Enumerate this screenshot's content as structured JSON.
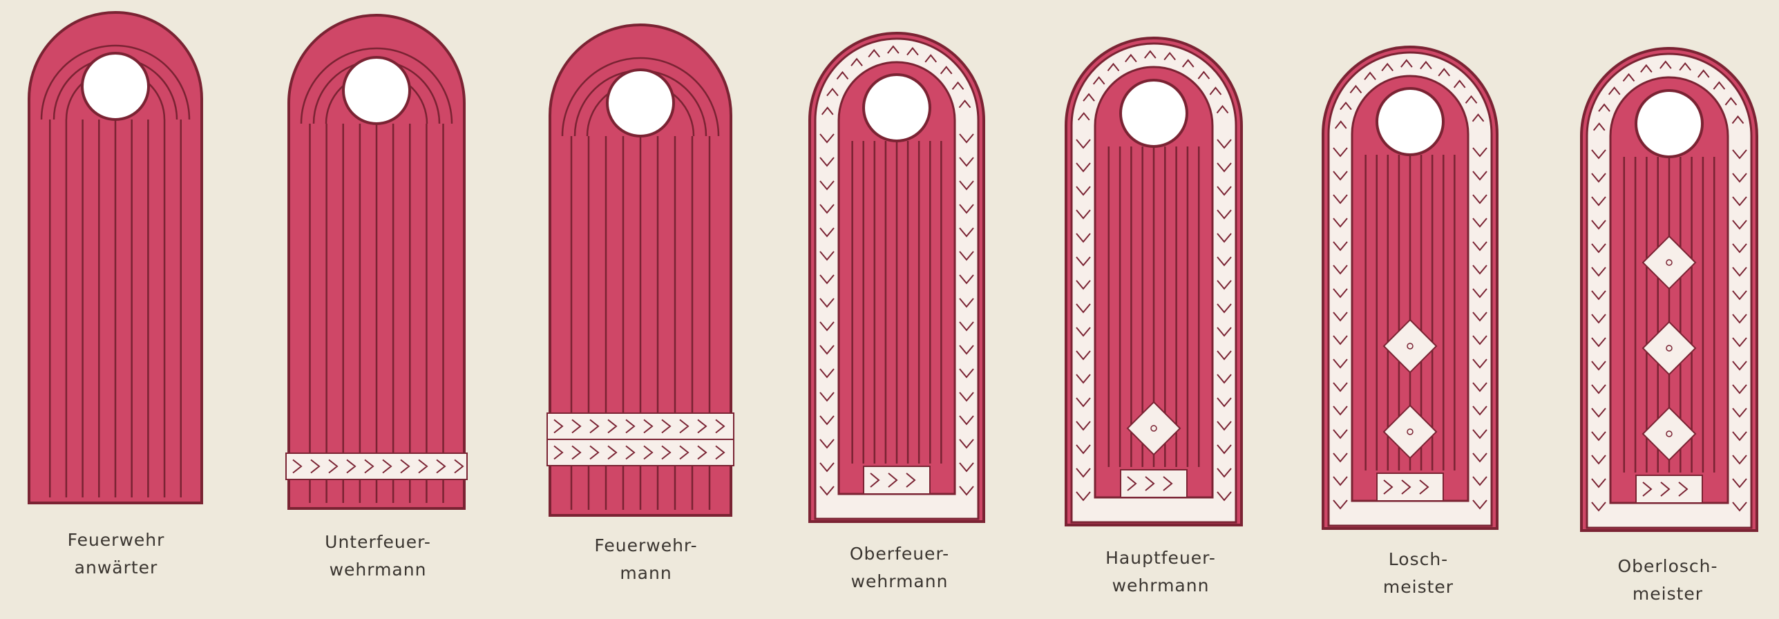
{
  "palette": {
    "background": "#eee9dc",
    "strap_fill": "#cf4767",
    "strap_line": "#7a2333",
    "braid_white": "#f7efea",
    "caption_color": "#3a3530"
  },
  "epaulettes": [
    {
      "caption_line1": "Feuerwehr",
      "caption_line2": "anwärter",
      "braid_edging": false,
      "cross_bars": 0,
      "pips": 0
    },
    {
      "caption_line1": "Unterfeuer-",
      "caption_line2": "wehrmann",
      "braid_edging": false,
      "cross_bars": 1,
      "pips": 0
    },
    {
      "caption_line1": "Feuerwehr-",
      "caption_line2": "mann",
      "braid_edging": false,
      "cross_bars": 2,
      "pips": 0
    },
    {
      "caption_line1": "Oberfeuer-",
      "caption_line2": "wehrmann",
      "braid_edging": true,
      "cross_bars": 0,
      "pips": 0
    },
    {
      "caption_line1": "Hauptfeuer-",
      "caption_line2": "wehrmann",
      "braid_edging": true,
      "cross_bars": 0,
      "pips": 1
    },
    {
      "caption_line1": "Losch-",
      "caption_line2": "meister",
      "braid_edging": true,
      "cross_bars": 0,
      "pips": 2
    },
    {
      "caption_line1": "Oberlosch-",
      "caption_line2": "meister",
      "braid_edging": true,
      "cross_bars": 0,
      "pips": 3
    }
  ]
}
